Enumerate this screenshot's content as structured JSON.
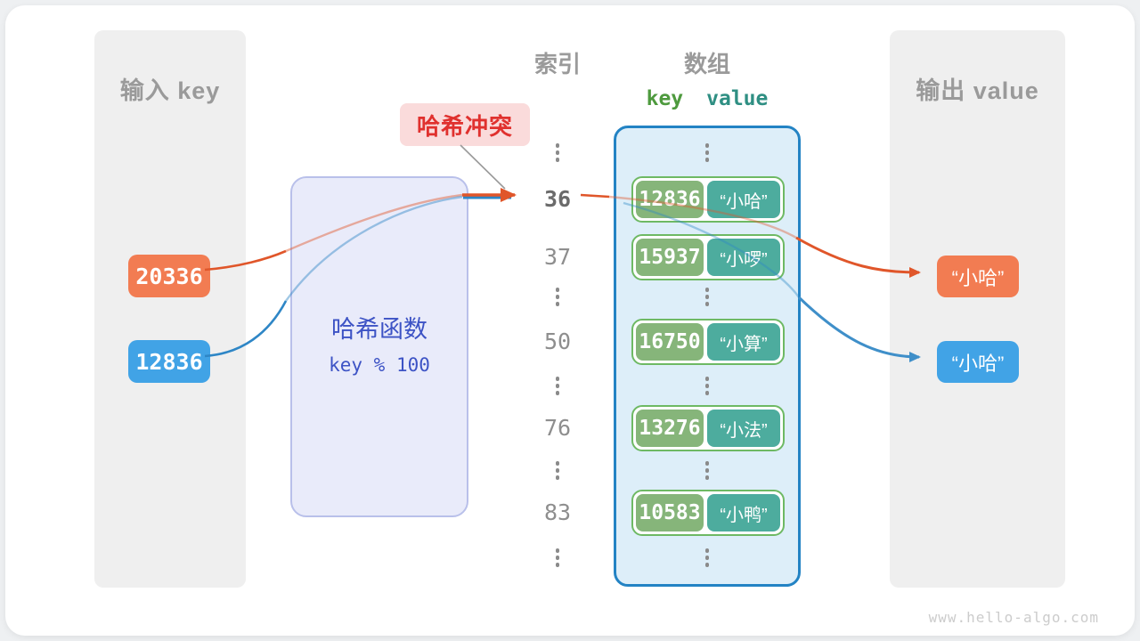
{
  "input_panel": {
    "title": "输入 key",
    "keys": [
      {
        "value": "20336",
        "color": "#f27c52"
      },
      {
        "value": "12836",
        "color": "#41a3e6"
      }
    ]
  },
  "hash_box": {
    "title": "哈希函数",
    "formula": "key % 100"
  },
  "collision_label": {
    "text": "哈希冲突"
  },
  "index_column": {
    "title": "索引",
    "numbers": [
      "36",
      "37",
      "50",
      "76",
      "83"
    ],
    "highlighted": "36"
  },
  "array_column": {
    "title": "数组",
    "key_header": "key",
    "value_header": "value",
    "rows": [
      {
        "index": "36",
        "key": "12836",
        "value": "“小哈”"
      },
      {
        "index": "37",
        "key": "15937",
        "value": "“小啰”"
      },
      {
        "index": "50",
        "key": "16750",
        "value": "“小算”"
      },
      {
        "index": "76",
        "key": "13276",
        "value": "“小法”"
      },
      {
        "index": "83",
        "key": "10583",
        "value": "“小鸭”"
      }
    ]
  },
  "output_panel": {
    "title": "输出 value",
    "values": [
      {
        "text": "“小哈”",
        "color": "#f27c52"
      },
      {
        "text": "“小哈”",
        "color": "#41a3e6"
      }
    ]
  },
  "watermark": "www.hello-algo.com",
  "colors": {
    "orange_box": "#f27c52",
    "orange_stroke": "#e0562a",
    "blue_box": "#41a3e6",
    "blue_stroke": "#2e86c6",
    "key_green": "#86b57a",
    "value_teal": "#4dac9e",
    "pair_border": "#6eb964",
    "array_fill": "#ddeef9",
    "array_border": "#2383c4",
    "hash_fill": "#e9ebfa",
    "hash_border": "#b9c0ea",
    "hash_text": "#3d53c5",
    "collision_bg": "#fadbdb",
    "collision_text": "#e0312e",
    "panel_gray": "#efefef",
    "heading_gray": "#9a9a9a"
  }
}
